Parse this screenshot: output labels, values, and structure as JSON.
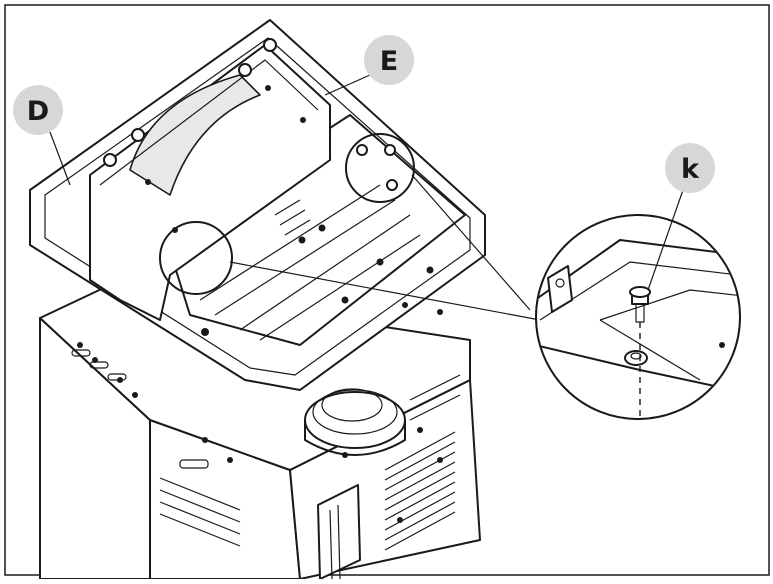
{
  "labels": {
    "d": "D",
    "e": "E",
    "k": "k"
  },
  "colors": {
    "outline": "#1a1a1a",
    "badge": "#d7d7d7",
    "background": "#ffffff"
  }
}
